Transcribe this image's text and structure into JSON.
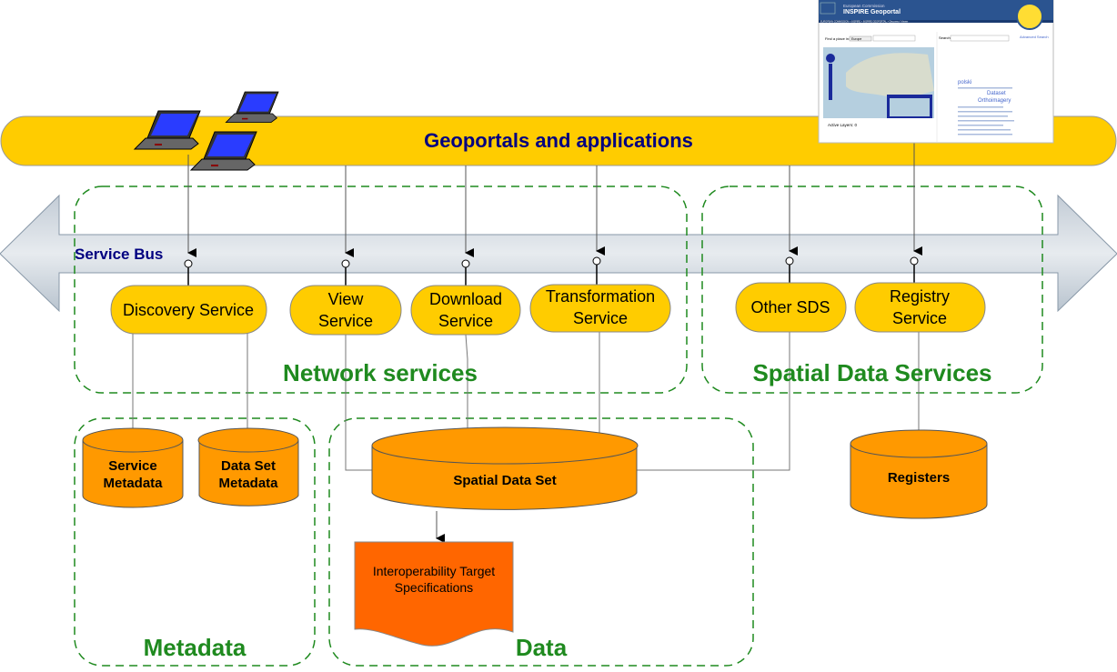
{
  "geoportals": {
    "label": "Geoportals and applications"
  },
  "service_bus": {
    "label": "Service Bus"
  },
  "services": [
    {
      "lines": [
        "Discovery Service"
      ]
    },
    {
      "lines": [
        "View",
        "Service"
      ]
    },
    {
      "lines": [
        "Download",
        "Service"
      ]
    },
    {
      "lines": [
        "Transformation",
        "Service"
      ]
    },
    {
      "lines": [
        "Other SDS"
      ]
    },
    {
      "lines": [
        "Registry",
        "Service"
      ]
    }
  ],
  "groups": {
    "network": "Network services",
    "sds": "Spatial Data Services",
    "metadata": "Metadata",
    "data": "Data"
  },
  "stores": {
    "service_metadata": [
      "Service",
      "Metadata"
    ],
    "dataset_metadata": [
      "Data Set",
      "Metadata"
    ],
    "spatial_data_set": "Spatial Data Set",
    "registers": "Registers"
  },
  "document": {
    "lines": [
      "Interoperability Target",
      "Specifications"
    ]
  },
  "inset": {
    "org": "European Commission",
    "title": "INSPIRE Geoportal",
    "breadcrumb": "EUROPEAN COMMISSION > INSPIRE > INSPIRE GEOPORTAL > Discovery / Viewer",
    "find_label": "Find a place in:",
    "find_value": "Europe",
    "search_label": "Search:",
    "advanced": "Advanced Search",
    "active_layers": "Active Layers: 0",
    "tags": [
      "polski",
      "Dataset",
      "Orthoimagery"
    ]
  },
  "colors": {
    "bar_yellow": "#ffcc00",
    "cylinder_orange": "#ff9900",
    "document_orange": "#ff6600",
    "group_green": "#1f8a1f",
    "navy_text": "#000080"
  }
}
